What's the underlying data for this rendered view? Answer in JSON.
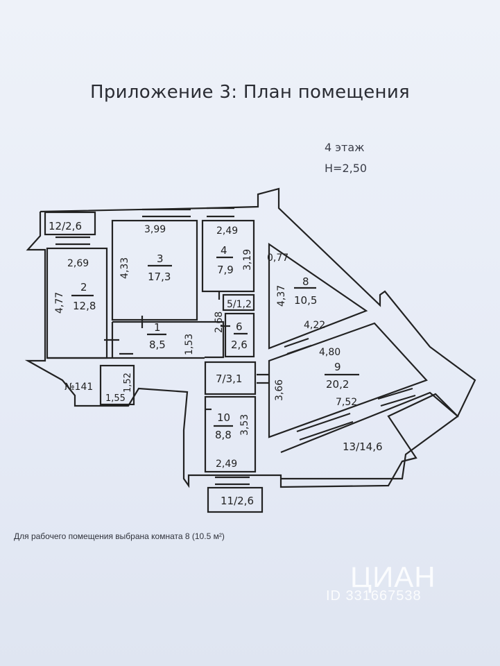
{
  "title": "Приложение 3: План помещения",
  "floor": "4 этаж",
  "height": "Н=2,50",
  "note": "Для рабочего помещения выбрана комната 8 (10.5 м²)",
  "watermark": {
    "brand": "ЦИАН",
    "id": "ID 331667538"
  },
  "rooms": {
    "r12": "12/2,6",
    "r2_num": "2",
    "r2_area": "12,8",
    "r2_w": "2,69",
    "r2_h": "4,77",
    "r3_num": "3",
    "r3_area": "17,3",
    "r3_w": "3,99",
    "r3_h": "4,33",
    "r4_num": "4",
    "r4_area": "7,9",
    "r4_w": "2,49",
    "r4_h": "3,19",
    "r5": "5/1,2",
    "r6_num": "6",
    "r6_area": "2,6",
    "r6_h": "2,68",
    "r1_num": "1",
    "r1_area": "8,5",
    "r1_h": "1,53",
    "r8_num": "8",
    "r8_area": "10,5",
    "r8_a": "0,77",
    "r8_b": "4,37",
    "r8_c": "4,22",
    "r9_num": "9",
    "r9_area": "20,2",
    "r9_a": "4,80",
    "r9_b": "3,66",
    "r9_c": "7,52",
    "r7": "7/3,1",
    "r10_num": "10",
    "r10_area": "8,8",
    "r10_h": "3,53",
    "r10_w": "2,49",
    "r11": "11/2,6",
    "r13": "13/14,6",
    "n141": "№141",
    "small_a": "1,52",
    "small_b": "1,55"
  },
  "colors": {
    "ink": "#222222",
    "paper": "#e9eef8"
  }
}
